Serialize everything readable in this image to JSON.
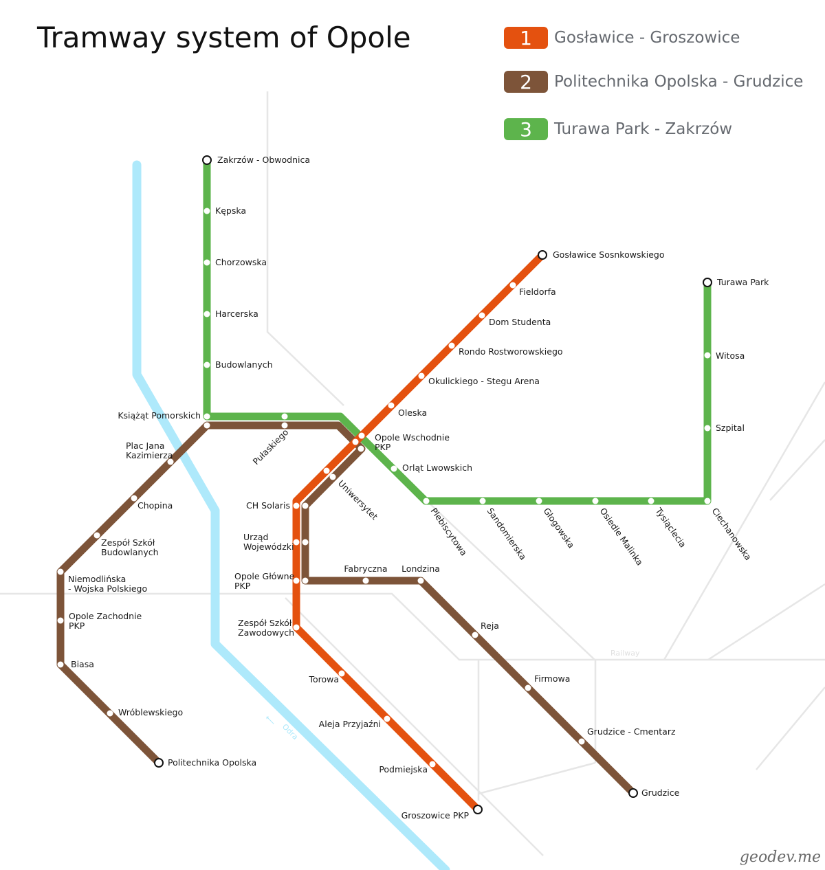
{
  "title": "Tramway system of Opole",
  "colors": {
    "line1": "#e4510f",
    "line2": "#7d5439",
    "line3": "#5db44c",
    "river": "#aee9fb",
    "background_roads": "#e6e6e6"
  },
  "legend": [
    {
      "number": "1",
      "name": "Gosławice - Groszowice",
      "color": "#e4510f"
    },
    {
      "number": "2",
      "name": "Politechnika Opolska - Grudzice",
      "color": "#7d5439"
    },
    {
      "number": "3",
      "name": "Turawa Park - Zakrzów",
      "color": "#5db44c"
    }
  ],
  "river": {
    "name": "Odra",
    "arrow": "⟵"
  },
  "railway_label": "Railway",
  "stops": {
    "zakrzow": "Zakrzów - Obwodnica",
    "kepska": "Kępska",
    "chorzowska": "Chorzowska",
    "harcerska": "Harcerska",
    "budowlanych": "Budowlanych",
    "ksiazat": "Książąt Pomorskich",
    "pulaskiego": "Pułaskiego",
    "plac_jana": [
      "Plac Jana",
      "Kazimierza"
    ],
    "chopina": "Chopina",
    "zespol_budowlanych": [
      "Zespół Szkół",
      "Budowlanych"
    ],
    "niemodlinska": [
      "Niemodlińska",
      "- Wojska Polskiego"
    ],
    "opole_zachodnie": [
      "Opole Zachodnie",
      "PKP"
    ],
    "biasa": "Biasa",
    "wroblewskiego": "Wróblewskiego",
    "politechnika": "Politechnika Opolska",
    "goslawice": "Gosławice Sosnkowskiego",
    "fieldorfa": "Fieldorfa",
    "dom_studenta": "Dom Studenta",
    "rondo": "Rondo Rostworowskiego",
    "okulickiego": "Okulickiego - Stegu Arena",
    "oleska": "Oleska",
    "opole_wschodnie": [
      "Opole Wschodnie",
      "PKP"
    ],
    "orlat": "Orląt Lwowskich",
    "plebiscytowa": "Plebiscytowa",
    "sandomierska": "Sandomierska",
    "glogowska": "Głogowska",
    "osiedle_malinka": "Osiedle Malinka",
    "tysiaclecia": "Tysiąclecia",
    "ciechanowska": "Ciechanowska",
    "turawa": "Turawa Park",
    "witosa": "Witosa",
    "szpital": "Szpital",
    "uniwersytet": "Uniwersytet",
    "ch_solaris": "CH Solaris",
    "urzad": [
      "Urząd",
      "Wojewódzki"
    ],
    "opole_glowne": [
      "Opole Główne",
      "PKP"
    ],
    "fabryczna": "Fabryczna",
    "londzina": "Londzina",
    "zespol_zawodowych": [
      "Zespół Szkół",
      "Zawodowych"
    ],
    "torowa": "Torowa",
    "aleja": "Aleja Przyjaźni",
    "podmiejska": "Podmiejska",
    "groszowice": "Groszowice PKP",
    "reja": "Reja",
    "firmowa": "Firmowa",
    "grudzice_cmentarz": "Grudzice - Cmentarz",
    "grudzice": "Grudzice"
  },
  "watermark": "geodev.me"
}
